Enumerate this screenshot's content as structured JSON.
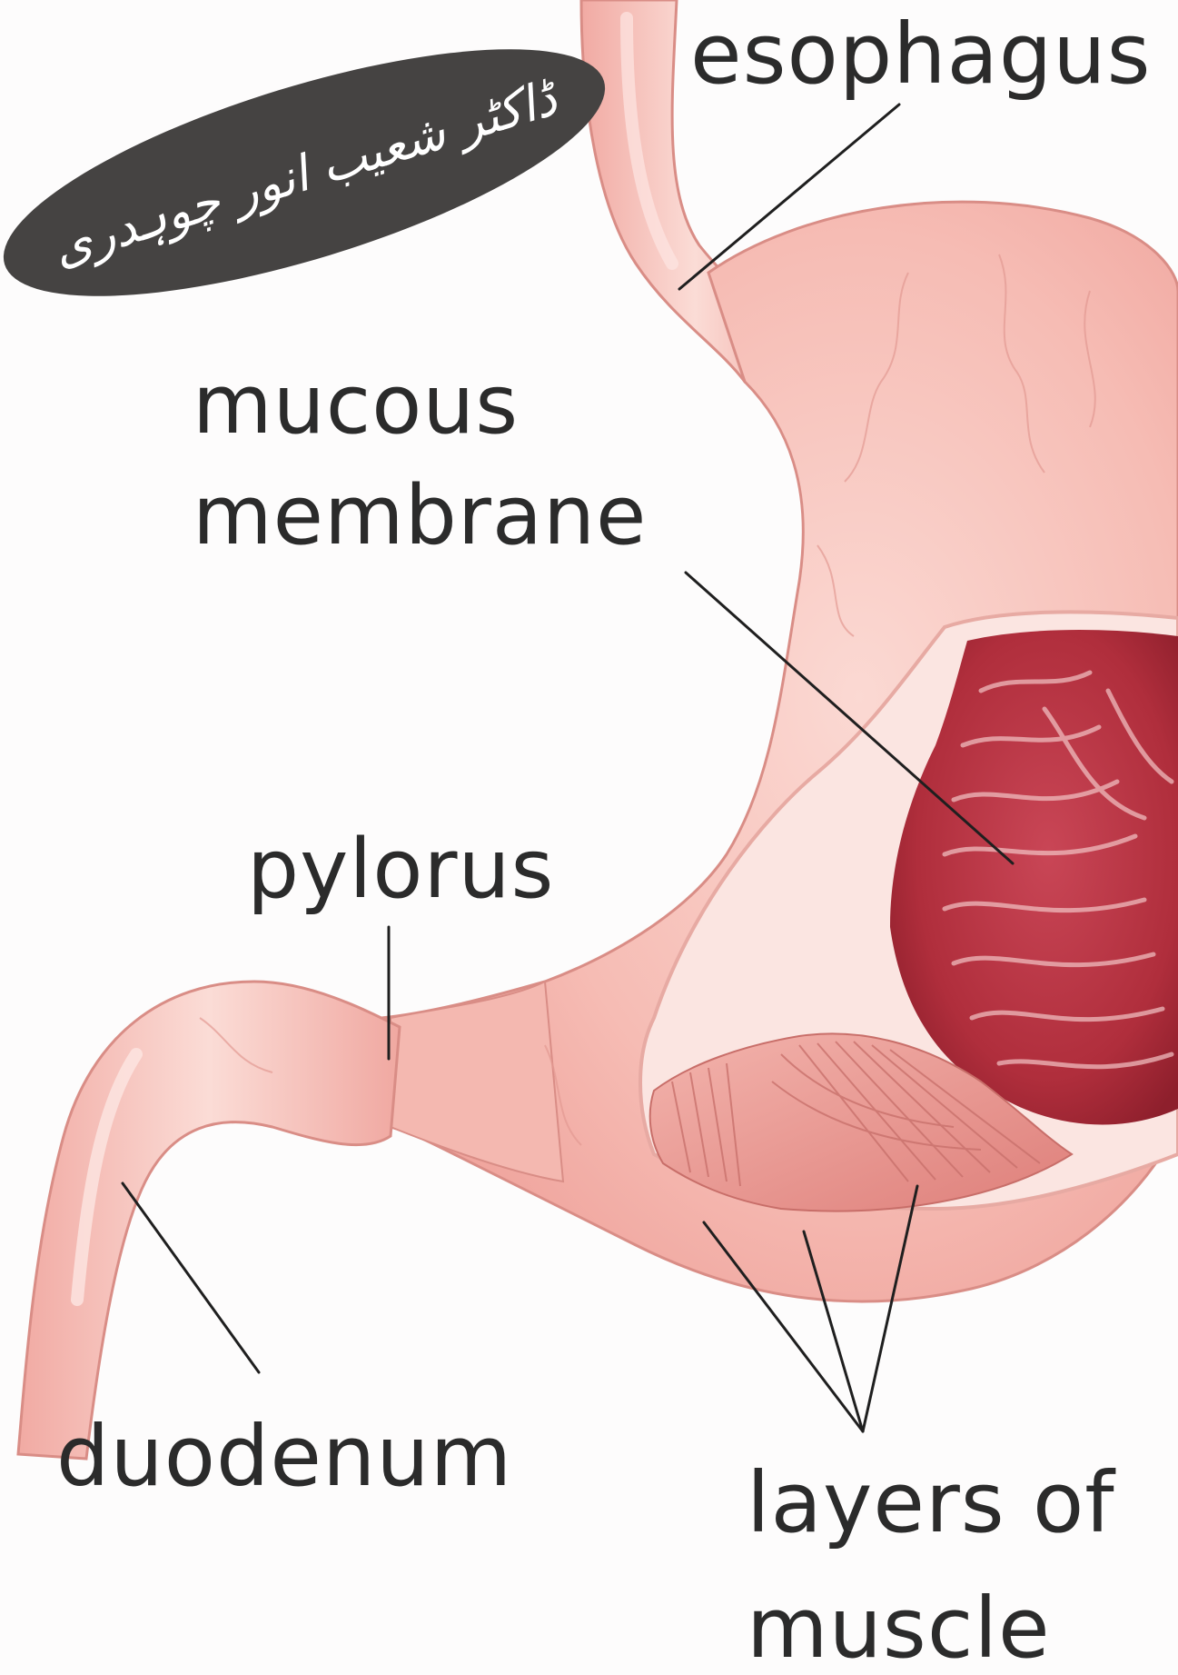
{
  "watermark": {
    "text": "ڈاکٹر شعیب انور چوہدری",
    "background_color": "#454342",
    "text_color": "#ffffff"
  },
  "labels": {
    "esophagus": "esophagus",
    "mucous_membrane": [
      "mucous",
      "membrane"
    ],
    "pylorus": "pylorus",
    "duodenum": "duodenum",
    "layers_of_muscle": [
      "layers of",
      "muscle"
    ]
  },
  "colors": {
    "stomach_outer": "#f2aea8",
    "stomach_light": "#f9d3cd",
    "mucosa": "#b8323f",
    "muscle": "#e9948f",
    "pointer_line": "#1f1f1f",
    "text": "#2b2b2b"
  }
}
